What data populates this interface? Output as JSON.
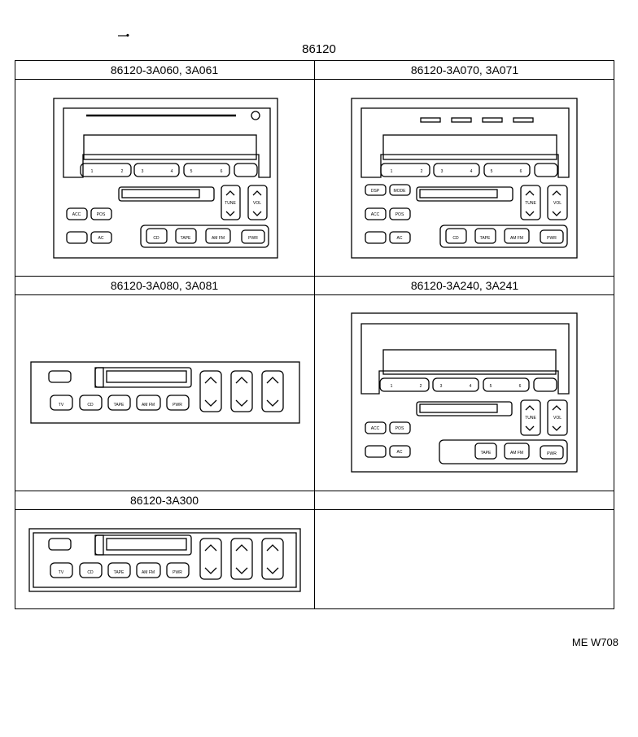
{
  "header": {
    "part_group": "86120",
    "scribble": "—•"
  },
  "cells": [
    {
      "label": "86120-3A060, 3A061"
    },
    {
      "label": "86120-3A070, 3A071"
    },
    {
      "label": "86120-3A080, 3A081"
    },
    {
      "label": "86120-3A240, 3A241"
    },
    {
      "label": "86120-3A300"
    },
    {
      "label": ""
    }
  ],
  "panel_labels": {
    "preset_1": "1",
    "preset_2": "2",
    "preset_3": "3",
    "preset_4": "4",
    "preset_5": "5",
    "preset_6": "6",
    "acc": "ACC",
    "pos": "POS",
    "dsp": "DSP",
    "mode": "MODE",
    "ac": "AC",
    "cd": "CD",
    "tape": "TAPE",
    "amfm": "AM FM",
    "pwr": "PWR",
    "tv": "TV",
    "tune": "TUNE",
    "vol": "VOL"
  },
  "footer": {
    "code": "ME W708"
  }
}
